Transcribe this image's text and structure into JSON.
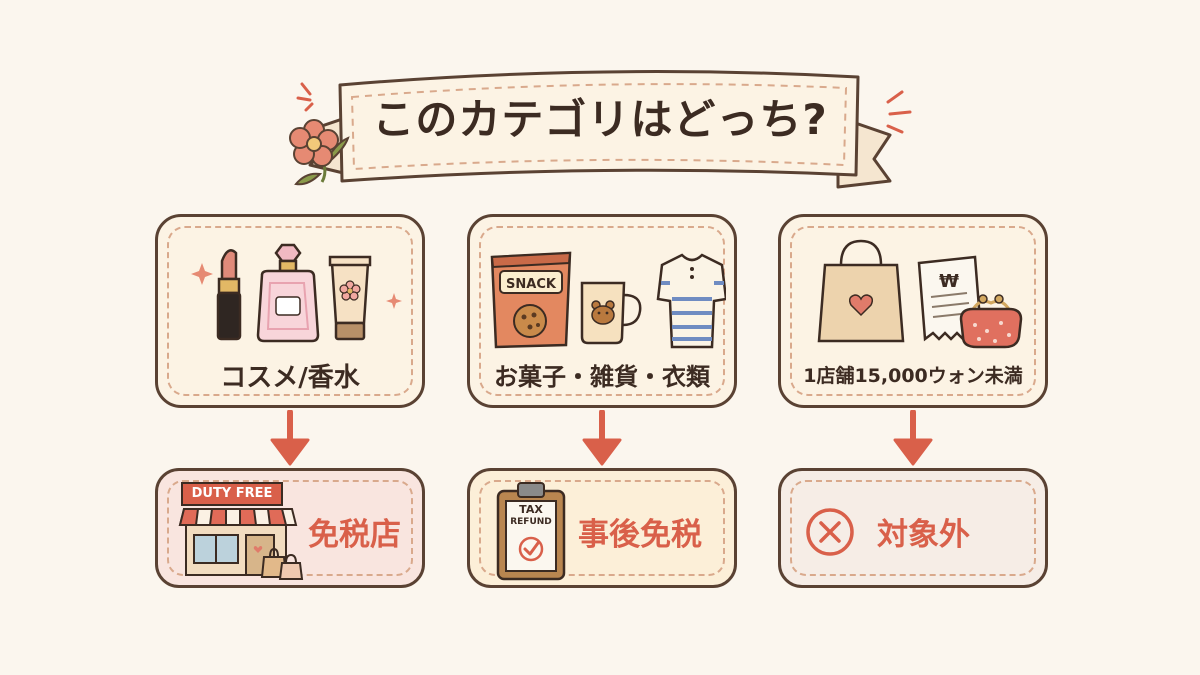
{
  "title": "このカテゴリはどっち?",
  "accent_color": "#d9604a",
  "categories": [
    {
      "label": "コスメ/香水",
      "icons": [
        "lipstick-icon",
        "perfume-bottle-icon",
        "cream-tube-icon"
      ]
    },
    {
      "label": "お菓子・雑貨・衣類",
      "icons": [
        "snack-bag-icon",
        "mug-icon",
        "striped-shirt-icon"
      ],
      "snack_text": "SNACK"
    },
    {
      "label": "1店舗15,000ウォン未満",
      "icons": [
        "shopping-bag-icon",
        "receipt-icon",
        "coin-purse-icon"
      ],
      "receipt_symbol": "₩"
    }
  ],
  "results": [
    {
      "label": "免税店",
      "icon": "duty-free-shop-icon",
      "sign_text": "DUTY FREE"
    },
    {
      "label": "事後免税",
      "icon": "tax-refund-clipboard-icon",
      "sign_text_1": "TAX",
      "sign_text_2": "REFUND"
    },
    {
      "label": "対象外",
      "icon": "cross-circle-icon"
    }
  ]
}
